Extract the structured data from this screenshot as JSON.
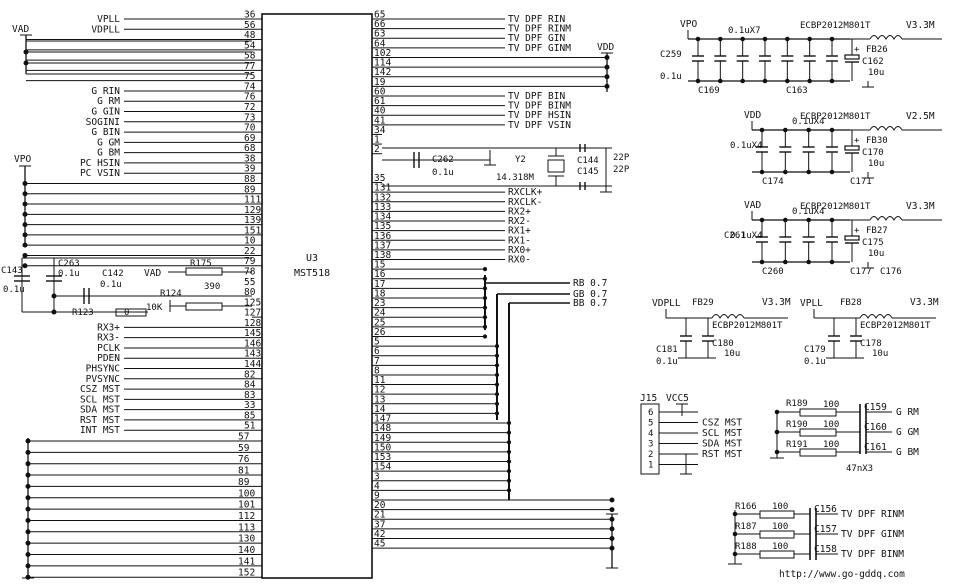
{
  "chip": {
    "ref": "U3",
    "part": "MST518"
  },
  "left_top_pins": [
    {
      "net": "VPLL",
      "pin": "36"
    },
    {
      "net": "VDPLL",
      "pin": "56"
    },
    {
      "net": "",
      "pin": "48"
    },
    {
      "net": "",
      "pin": "54"
    },
    {
      "net": "",
      "pin": "58"
    },
    {
      "net": "",
      "pin": "77"
    },
    {
      "net": "",
      "pin": "75"
    },
    {
      "net": "G RIN",
      "pin": "74"
    },
    {
      "net": "G RM",
      "pin": "76"
    },
    {
      "net": "G GIN",
      "pin": "72"
    },
    {
      "net": "SOGINI",
      "pin": "73"
    },
    {
      "net": "G BIN",
      "pin": "70"
    },
    {
      "net": "G GM",
      "pin": "69"
    },
    {
      "net": "G BM",
      "pin": "68"
    },
    {
      "net": "PC HSIN",
      "pin": "38"
    },
    {
      "net": "PC VSIN",
      "pin": "39"
    },
    {
      "net": "",
      "pin": "88"
    },
    {
      "net": "",
      "pin": "89"
    },
    {
      "net": "",
      "pin": "111"
    },
    {
      "net": "",
      "pin": "129"
    },
    {
      "net": "",
      "pin": "139"
    },
    {
      "net": "",
      "pin": "151"
    },
    {
      "net": "",
      "pin": "10"
    },
    {
      "net": "",
      "pin": "22"
    },
    {
      "net": "",
      "pin": "79"
    },
    {
      "net": "",
      "pin": "78"
    },
    {
      "net": "",
      "pin": "55"
    },
    {
      "net": "",
      "pin": "80"
    },
    {
      "net": "",
      "pin": "125"
    },
    {
      "net": "",
      "pin": "127"
    },
    {
      "net": "RX3+",
      "pin": "128"
    },
    {
      "net": "RX3-",
      "pin": "145"
    },
    {
      "net": "PCLK",
      "pin": "146"
    },
    {
      "net": "PDEN",
      "pin": "143"
    },
    {
      "net": "PHSYNC",
      "pin": "144"
    },
    {
      "net": "PVSYNC",
      "pin": "82"
    },
    {
      "net": "CSZ MST",
      "pin": "84"
    },
    {
      "net": "SCL MST",
      "pin": "83"
    },
    {
      "net": "SDA MST",
      "pin": "33"
    },
    {
      "net": "RST MST",
      "pin": "85"
    },
    {
      "net": "INT MST",
      "pin": "51"
    }
  ],
  "left_bottom_pins": [
    "57",
    "59",
    "76",
    "81",
    "89",
    "100",
    "101",
    "112",
    "113",
    "130",
    "140",
    "141",
    "152"
  ],
  "right_pins": [
    {
      "pin": "65",
      "net": "TV DPF RIN"
    },
    {
      "pin": "66",
      "net": "TV DPF RINM"
    },
    {
      "pin": "63",
      "net": "TV DPF GIN"
    },
    {
      "pin": "64",
      "net": "TV DPF GINM"
    },
    {
      "pin": "102",
      "net": ""
    },
    {
      "pin": "114",
      "net": ""
    },
    {
      "pin": "142",
      "net": ""
    },
    {
      "pin": "19",
      "net": ""
    },
    {
      "pin": "60",
      "net": "TV DPF BIN"
    },
    {
      "pin": "61",
      "net": "TV DPF BINM"
    },
    {
      "pin": "40",
      "net": "TV DPF HSIN"
    },
    {
      "pin": "41",
      "net": "TV DPF VSIN"
    },
    {
      "pin": "34",
      "net": ""
    },
    {
      "pin": "1",
      "net": ""
    },
    {
      "pin": "2",
      "net": ""
    },
    {
      "pin": "",
      "net": ""
    },
    {
      "pin": "",
      "net": ""
    },
    {
      "pin": "35",
      "net": ""
    },
    {
      "pin": "131",
      "net": "RXCLK+"
    },
    {
      "pin": "132",
      "net": "RXCLK-"
    },
    {
      "pin": "133",
      "net": "RX2+"
    },
    {
      "pin": "134",
      "net": "RX2-"
    },
    {
      "pin": "135",
      "net": "RX1+"
    },
    {
      "pin": "136",
      "net": "RX1-"
    },
    {
      "pin": "137",
      "net": "RX0+"
    },
    {
      "pin": "138",
      "net": "RX0-"
    },
    {
      "pin": "15",
      "net": ""
    },
    {
      "pin": "16",
      "net": ""
    },
    {
      "pin": "17",
      "net": ""
    },
    {
      "pin": "18",
      "net": ""
    },
    {
      "pin": "23",
      "net": ""
    },
    {
      "pin": "24",
      "net": ""
    },
    {
      "pin": "25",
      "net": ""
    },
    {
      "pin": "26",
      "net": ""
    },
    {
      "pin": "5",
      "net": ""
    },
    {
      "pin": "6",
      "net": ""
    },
    {
      "pin": "7",
      "net": ""
    },
    {
      "pin": "8",
      "net": ""
    },
    {
      "pin": "11",
      "net": ""
    },
    {
      "pin": "12",
      "net": ""
    },
    {
      "pin": "13",
      "net": ""
    },
    {
      "pin": "14",
      "net": ""
    },
    {
      "pin": "147",
      "net": ""
    },
    {
      "pin": "148",
      "net": ""
    },
    {
      "pin": "149",
      "net": ""
    },
    {
      "pin": "150",
      "net": ""
    },
    {
      "pin": "153",
      "net": ""
    },
    {
      "pin": "154",
      "net": ""
    },
    {
      "pin": "3",
      "net": ""
    },
    {
      "pin": "4",
      "net": ""
    },
    {
      "pin": "9",
      "net": ""
    },
    {
      "pin": "20",
      "net": ""
    },
    {
      "pin": "21",
      "net": ""
    },
    {
      "pin": "37",
      "net": ""
    },
    {
      "pin": "42",
      "net": ""
    },
    {
      "pin": "45",
      "net": ""
    }
  ],
  "rails": {
    "vad": "VAD",
    "vpo": "VPO",
    "vdd": "VDD",
    "vad_res": "VAD"
  },
  "components": {
    "c143": "C143",
    "c143_val": "0.1u",
    "c263": "C263",
    "c263_val": "0.1u",
    "c142": "C142",
    "c142_val": "0.1u",
    "r175": "R175",
    "r175_val": "390",
    "r124": "R124",
    "r124_val": "10K",
    "r123": "R123",
    "r123_val": "0",
    "c262": "C262",
    "c262_val": "0.1u",
    "y2": "Y2",
    "y2_val": "14.318M",
    "c144": "C144",
    "c144_val": "22P",
    "c145": "C145",
    "c145_val": "22P"
  },
  "bb_nets": [
    "RB 0.7",
    "GB 0.7",
    "BB 0.7"
  ],
  "power_blocks": [
    {
      "rail": "VPO",
      "out": "V3.3M",
      "ferrite_part": "ECBP2012M801T",
      "ferrite": "FB26",
      "caps": "0.1uX7",
      "c_left": "C259",
      "c_left_val": "0.1u",
      "c_bottom_a": "C169",
      "c_bottom_b": "C163",
      "c_tank": "C162",
      "c_tank_val": "10u"
    },
    {
      "rail": "VDD",
      "out": "V2.5M",
      "ferrite_part": "ECBP2012M801T",
      "ferrite": "FB30",
      "caps": "0.1uX4",
      "c_bottom_a": "C174",
      "c_bottom_b": "C171",
      "c_tank": "C170",
      "c_tank_val": "10u"
    },
    {
      "rail": "VAD",
      "out": "V3.3M",
      "ferrite_part": "ECBP2012M801T",
      "ferrite": "FB27",
      "caps": "0.1uX4",
      "c_left": "C261",
      "c_bottom_a": "C260",
      "c_bottom_b": "C177",
      "c_bottom_c": "C176",
      "c_tank": "C175",
      "c_tank_val": "10u"
    }
  ],
  "pll_blocks": [
    {
      "rail": "VDPLL",
      "ferrite": "FB29",
      "out": "V3.3M",
      "ferrite_part": "ECBP2012M801T",
      "c_tank": "C180",
      "c_tank_val": "10u",
      "c_small": "C181",
      "c_small_val": "0.1u"
    },
    {
      "rail": "VPLL",
      "ferrite": "FB28",
      "out": "V3.3M",
      "ferrite_part": "ECBP2012M801T",
      "c_tank": "C178",
      "c_tank_val": "10u",
      "c_small": "C179",
      "c_small_val": "0.1u"
    }
  ],
  "connector": {
    "ref": "J15",
    "vcc": "VCC5",
    "pins": [
      "6",
      "5",
      "4",
      "3",
      "2",
      "1"
    ],
    "nets": [
      "CSZ MST",
      "SCL MST",
      "SDA MST",
      "RST MST"
    ]
  },
  "gm_group": {
    "resistors": [
      {
        "ref": "R189",
        "val": "100"
      },
      {
        "ref": "R190",
        "val": "100"
      },
      {
        "ref": "R191",
        "val": "100"
      }
    ],
    "caps": [
      "C159",
      "C160",
      "C161"
    ],
    "nets": [
      "G RM",
      "G GM",
      "G BM"
    ],
    "cap_note": "47nX3"
  },
  "tv_group": {
    "resistors": [
      {
        "ref": "R166",
        "val": "100"
      },
      {
        "ref": "R187",
        "val": "100"
      },
      {
        "ref": "R188",
        "val": "100"
      }
    ],
    "caps": [
      "C156",
      "C157",
      "C158"
    ],
    "nets": [
      "TV DPF RINM",
      "TV DPF GINM",
      "TV DPF BINM"
    ]
  },
  "watermark": "http://www.go-gddq.com"
}
